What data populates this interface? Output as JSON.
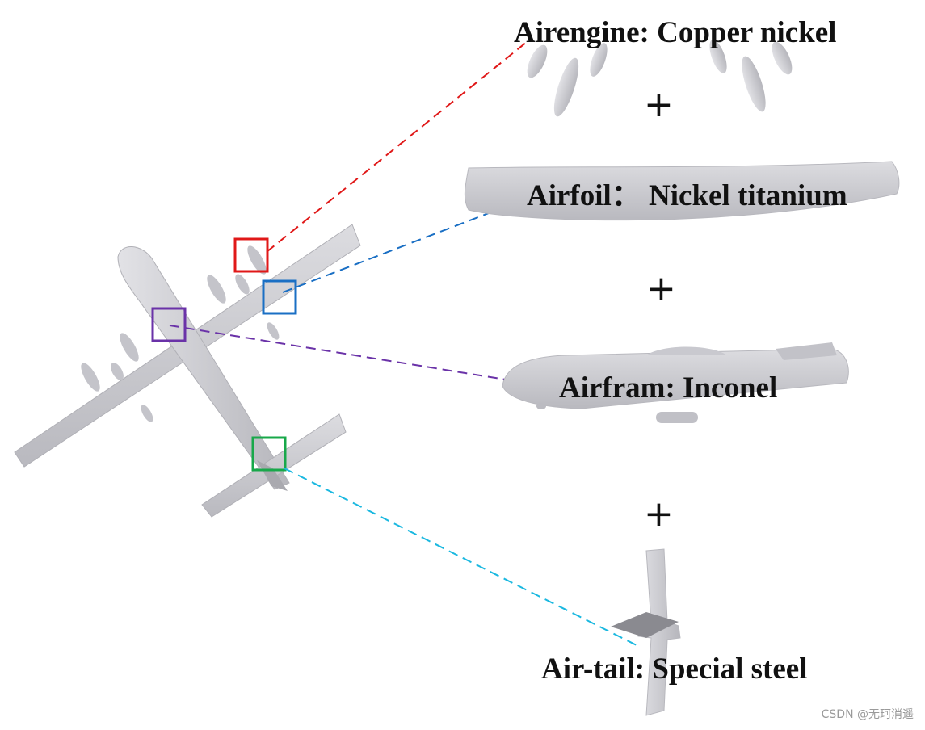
{
  "labels": {
    "airengine": "Airengine:  Copper nickel",
    "airfoil": "Airfoil： Nickel titanium",
    "airframe": "Airfram: Inconel",
    "airtail": "Air-tail: Special steel"
  },
  "plus_symbol": "+",
  "watermark": "CSDN @无珂消遥",
  "colors": {
    "engine": "#e01818",
    "wing": "#1a6fc4",
    "fuselage": "#6a32a8",
    "tail": "#18a84a",
    "tail_line": "#1ab8e0",
    "model_gray": "#c9c9ce"
  }
}
